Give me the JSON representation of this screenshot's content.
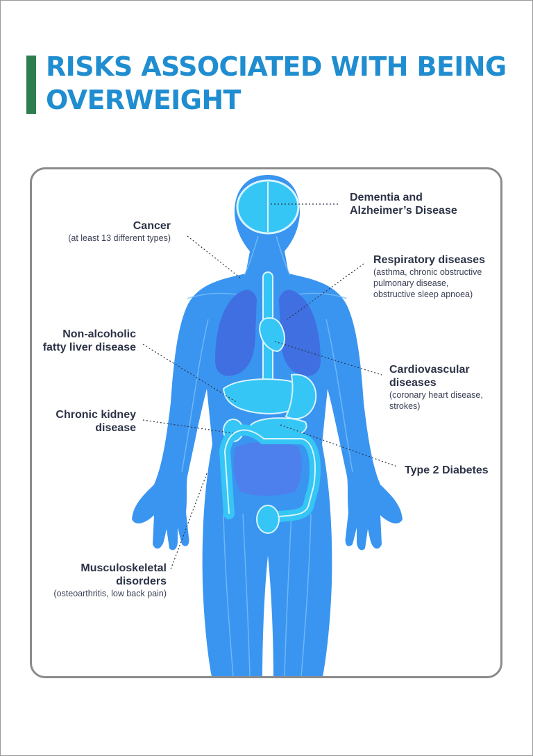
{
  "title": "RISKS ASSOCIATED WITH BEING OVERWEIGHT",
  "colors": {
    "title": "#1f8dd0",
    "accent_bar": "#2e7d4f",
    "body": "#3a95f0",
    "organs": "#35c6f5",
    "lungs": "#3f6fe0",
    "text": "#2c3347",
    "panel_border": "#8b8b8b"
  },
  "risks": [
    {
      "name": "Dementia and",
      "name2": "Alzheimer’s Disease",
      "detail": "",
      "organ": "brain"
    },
    {
      "name": "Cancer",
      "detail": "(at least 13 different types)",
      "organ": "lymph-vessels"
    },
    {
      "name": "Respiratory diseases",
      "detail": "(asthma, chronic obstructive",
      "detail2": "pulmonary disease,",
      "detail3": "obstructive sleep apnoea)",
      "organ": "lungs"
    },
    {
      "name": "Non-alcoholic",
      "name2": "fatty liver disease",
      "detail": "",
      "organ": "liver"
    },
    {
      "name": "Cardiovascular",
      "name2": "diseases",
      "detail": "(coronary heart disease,",
      "detail2": "strokes)",
      "organ": "heart"
    },
    {
      "name": "Chronic kidney",
      "name2": "disease",
      "detail": "",
      "organ": "kidneys"
    },
    {
      "name": "Type 2 Diabetes",
      "detail": "",
      "organ": "pancreas"
    },
    {
      "name": "Musculoskeletal",
      "name2": "disorders",
      "detail": "(osteoarthritis, low back pain)",
      "organ": "joints"
    }
  ]
}
